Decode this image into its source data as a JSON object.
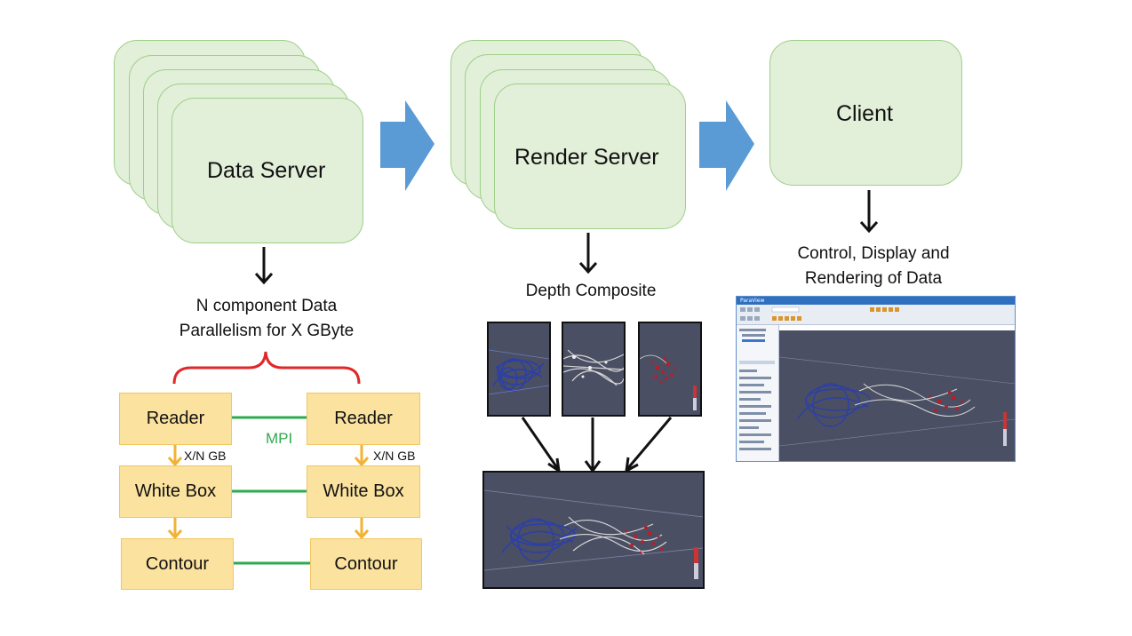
{
  "data_server": {
    "label": "Data Server"
  },
  "render_server": {
    "label": "Render Server"
  },
  "client": {
    "label": "Client"
  },
  "data_parallelism": {
    "line1": "N component Data",
    "line2": "Parallelism for X GByte"
  },
  "depth_composite": {
    "label": "Depth Composite"
  },
  "client_caption": {
    "line1": "Control, Display and",
    "line2": "Rendering of Data"
  },
  "pipeline": {
    "left": {
      "reader": "Reader",
      "white_box": "White Box",
      "contour": "Contour",
      "transfer": "X/N GB"
    },
    "right": {
      "reader": "Reader",
      "white_box": "White Box",
      "contour": "Contour",
      "transfer": "X/N GB"
    },
    "link_label": "MPI"
  },
  "client_app": {
    "title": "ParaView"
  },
  "colors": {
    "server_fill": "#e2efd9",
    "server_border": "#9fd08a",
    "arrow_blue": "#5b9bd5",
    "box_fill": "#fbe29e",
    "box_border": "#f1c761",
    "mpi_green": "#2eaa4f",
    "brace_red": "#e0282a",
    "down_arrow_orange": "#f2b233"
  }
}
